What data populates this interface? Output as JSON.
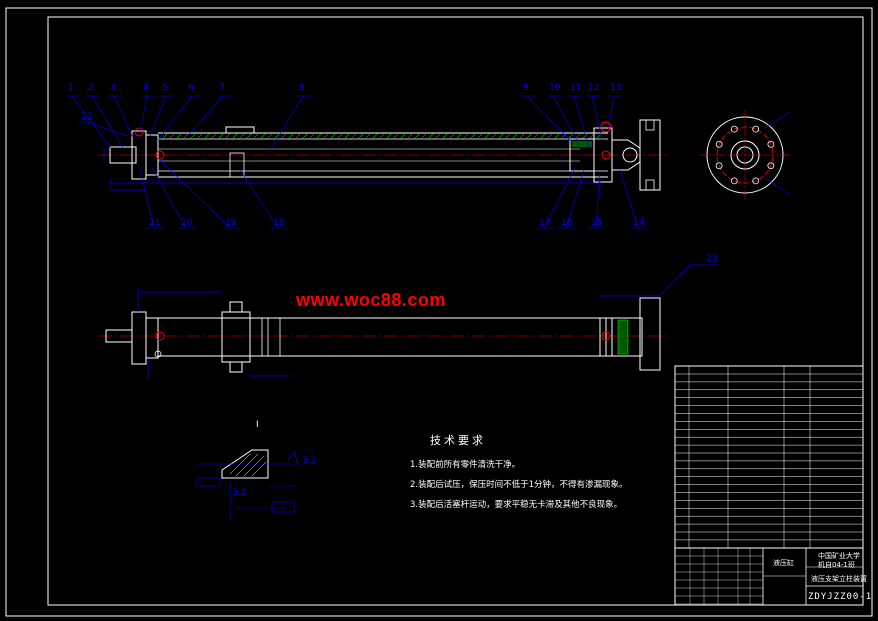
{
  "watermark": "www.woc88.com",
  "colors": {
    "background": "#000000",
    "outline": "#ffffff",
    "dimension": "#0000ff",
    "centerline": "#ff0000",
    "part": "#ffffff",
    "hatch": "#00ff00",
    "watermark": "#ff0000"
  },
  "balloons_top": [
    "1",
    "2",
    "3",
    "4",
    "5",
    "6",
    "7",
    "8",
    "9",
    "10",
    "11",
    "12",
    "13"
  ],
  "balloons_bottom": [
    "22",
    "21",
    "20",
    "19",
    "18",
    "17",
    "16",
    "15",
    "14"
  ],
  "balloon_section": "23",
  "detail_label": "I",
  "roughness_marks": [
    "3.2",
    "3.2"
  ],
  "tech_req": {
    "title": "技术要求",
    "lines": [
      "1.装配前所有零件清洗干净。",
      "2.装配后试压，保压时间不低于1分钟，不得有渗漏现象。",
      "3.装配后活塞杆运动，要求平稳无卡滞及其他不良现象。"
    ]
  },
  "title_block": {
    "university": "中国矿业大学",
    "class": "机自04-1班",
    "drawing_name": "液压缸",
    "product": "液压支架立柱装置",
    "drawing_no": "ZDYJZZ00-1"
  }
}
